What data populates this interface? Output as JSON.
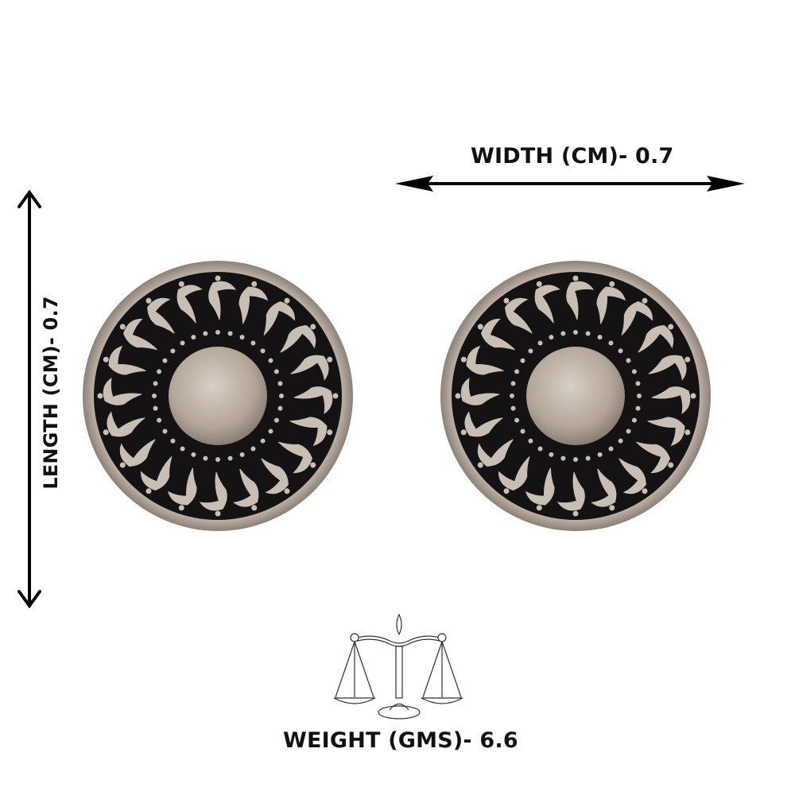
{
  "product": {
    "type": "stud earrings",
    "count": 2,
    "finish": "oxidised silver with black enamel, sun-ray motif"
  },
  "dimensions": {
    "width_label": "WIDTH (CM)- 0.7",
    "length_label": "LENGTH (CM)- 0.7",
    "weight_label": "WEIGHT (GMS)- 6.6"
  },
  "icons": {
    "width_arrow": "double-arrow-horizontal",
    "length_arrow": "double-arrow-vertical",
    "weight": "balance-scale-icon"
  },
  "colors": {
    "background": "#ffffff",
    "text": "#111111",
    "metal": "#b9ada3",
    "enamel": "#141212"
  }
}
